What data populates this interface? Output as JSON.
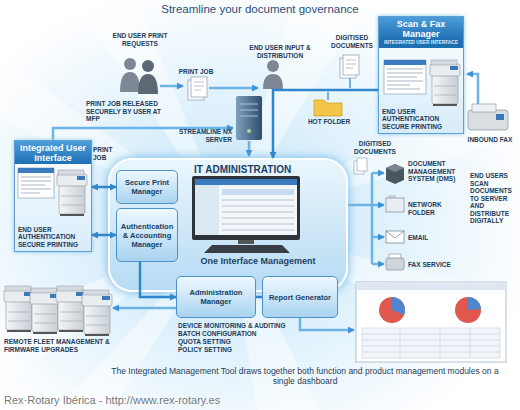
{
  "diagram": {
    "title": "Streamline your document governance",
    "caption": "The Integrated Management Tool draws together both function and product management modules on a single dashboard",
    "nodes": [
      {
        "text": [
          "Scan & Fax Manager",
          "INTEGRATED USER INTERFACE",
          "END USER AUTHENTICATION SECURE PRINTING"
        ]
      },
      {
        "text": [
          "Integrated User Interface",
          "END USER AUTHENTICATION SECURE PRINTING"
        ]
      },
      {
        "text": [
          "IT ADMINISTRATION",
          "One Interface Management"
        ]
      },
      {
        "text": [
          "Secure Print Manager"
        ],
        "in": 2
      },
      {
        "text": [
          "Authentication & Accounting Manager"
        ],
        "in": 2
      },
      {
        "text": [
          "Administration Manager"
        ]
      },
      {
        "text": [
          "Report Generator"
        ]
      }
    ],
    "edges": [
      {
        "from": 1,
        "to": 3,
        "arrow": "both"
      },
      {
        "from": 1,
        "to": 4,
        "arrow": "both"
      },
      {
        "from": 0,
        "to": 2,
        "arrow": "to"
      },
      {
        "from": 4,
        "to": 5,
        "arrow": "to"
      },
      {
        "from": 5,
        "to": 6,
        "arrow": "none"
      }
    ],
    "labels": [
      "END USER PRINT REQUESTS",
      "PRINT JOB",
      "END USER INPUT & DISTRIBUTION",
      "DIGITISED DOCUMENTS",
      "HOT FOLDER",
      "INBOUND FAX",
      "PRINT JOB RELEASED SECURELY BY USER AT MFP",
      "STREAMLINE NX SERVER",
      "PRINT JOB",
      "DIGITISED DOCUMENTS",
      "DOCUMENT MANAGEMENT SYSTEM (DMS)",
      "END USERS SCAN DOCUMENTS TO SERVER AND DISTRIBUTE DIGITALLY",
      "NETWORK FOLDER",
      "EMAIL",
      "FAX SERVICE",
      "REMOTE FLEET MANAGEMENT & FIRMWARE UPGRADES",
      "DEVICE MONITORING & AUDITING",
      "BATCH CONFIGURATION",
      "QUOTA SETTING",
      "POLICY SETTING",
      "Rex·Rotary Ibérica - http://www.rex-rotary.es"
    ]
  }
}
